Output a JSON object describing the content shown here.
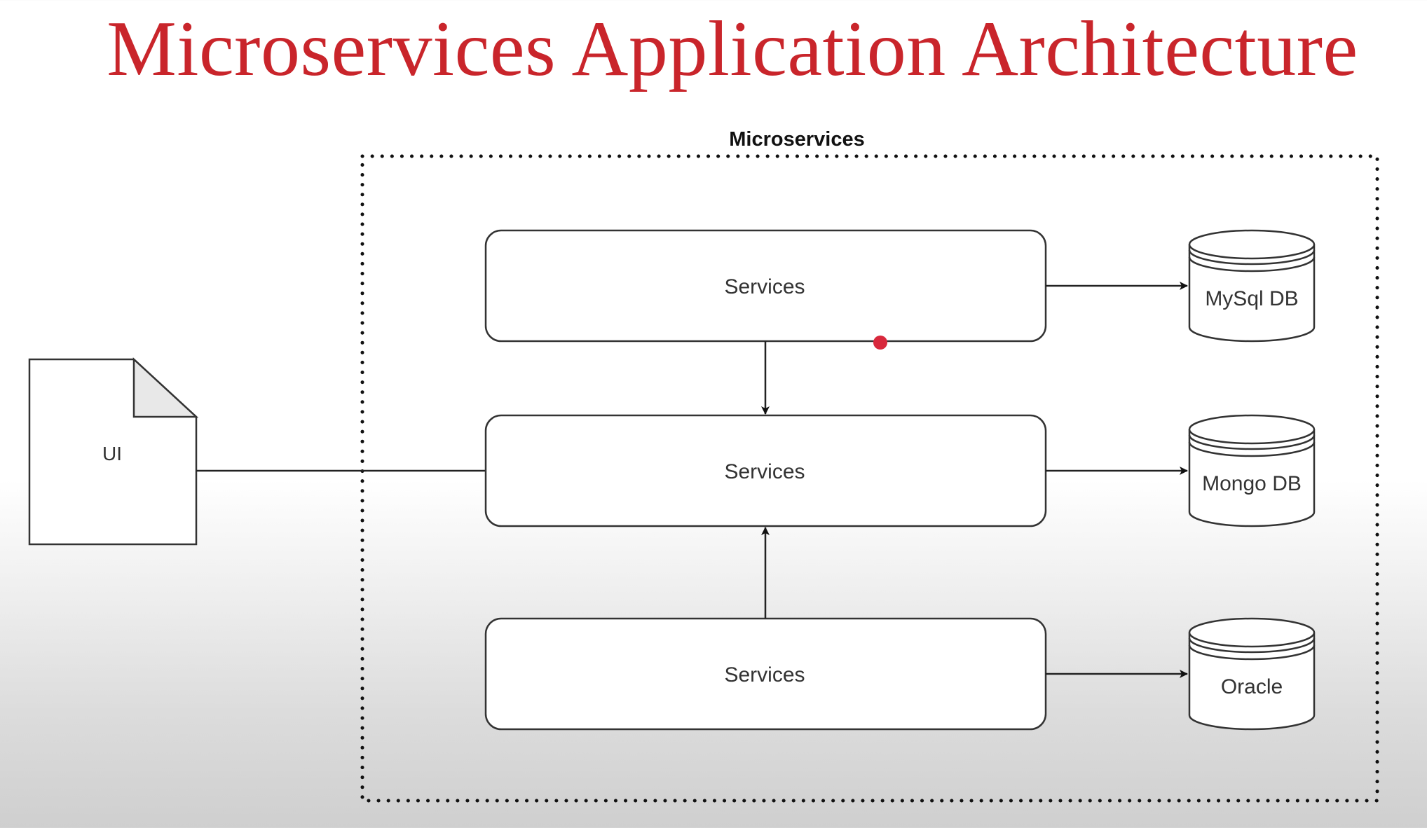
{
  "title": "Microservices Application Architecture",
  "diagram": {
    "group_label": "Microservices",
    "ui_label": "UI",
    "services": [
      "Services",
      "Services",
      "Services"
    ],
    "databases": [
      "MySql DB",
      "Mongo DB",
      "Oracle"
    ]
  },
  "colors": {
    "title": "#c9252b",
    "stroke": "#222222",
    "pointer_dot": "#d8283c"
  }
}
